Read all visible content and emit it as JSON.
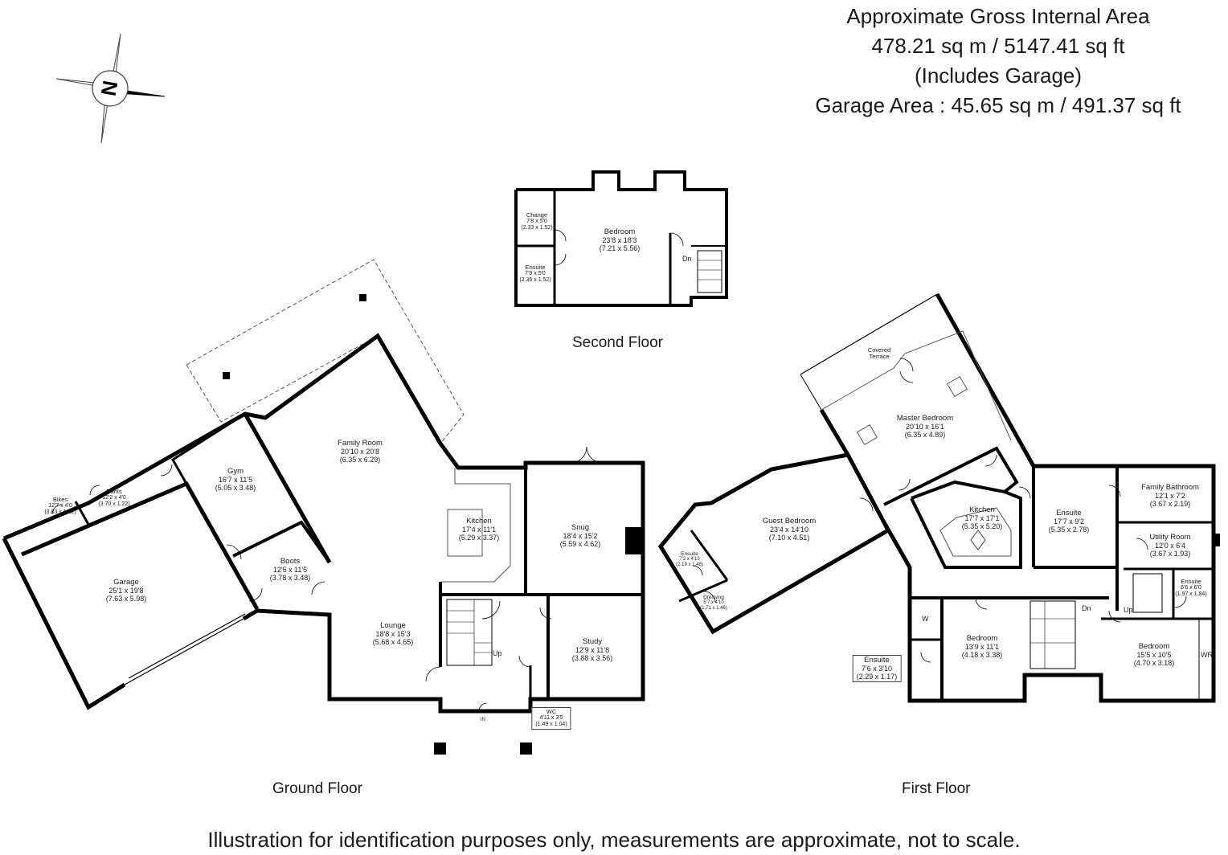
{
  "header": {
    "line1": "Approximate Gross Internal Area",
    "line2": "478.21 sq m / 5147.41 sq ft",
    "line3": "(Includes Garage)",
    "line4": "Garage Area : 45.65 sq m / 491.37 sq ft"
  },
  "compass": {
    "label": "N",
    "icon": "compass-rose-icon"
  },
  "floors": {
    "ground": "Ground Floor",
    "first": "First Floor",
    "second": "Second Floor"
  },
  "disclaimer": "Illustration for identification purposes only, measurements are approximate, not to scale.",
  "rooms": {
    "second": {
      "change": {
        "name": "Change",
        "imperial": "7'8 x 5'0",
        "metric": "(2.33 x 1.52)"
      },
      "ensuite": {
        "name": "Ensuite",
        "imperial": "7'9 x 5'0",
        "metric": "(2.36 x 1.52)"
      },
      "bedroom": {
        "name": "Bedroom",
        "imperial": "23'8 x 18'3",
        "metric": "(7.21 x 5.56)"
      }
    },
    "ground": {
      "bikes": {
        "name": "Bikes",
        "imperial": "12'7 x 4'0",
        "metric": "(3.83 x 1.22)"
      },
      "pants": {
        "name": "Pants",
        "imperial": "12'2 x 4'0",
        "metric": "(3.70 x 1.22)"
      },
      "garage": {
        "name": "Garage",
        "imperial": "25'1 x 19'8",
        "metric": "(7.63 x 5.98)"
      },
      "gym": {
        "name": "Gym",
        "imperial": "16'7 x 11'5",
        "metric": "(5.05 x 3.48)"
      },
      "boots": {
        "name": "Boots",
        "imperial": "12'5 x 11'5",
        "metric": "(3.78 x 3.48)"
      },
      "family_room": {
        "name": "Family Room",
        "imperial": "20'10 x 20'8",
        "metric": "(6.35 x 6.29)"
      },
      "kitchen": {
        "name": "Kitchen",
        "imperial": "17'4 x 11'1",
        "metric": "(5.29 x 3.37)"
      },
      "snug": {
        "name": "Snug",
        "imperial": "18'4 x 15'2",
        "metric": "(5.59 x 4.62)"
      },
      "lounge": {
        "name": "Lounge",
        "imperial": "18'8 x 15'3",
        "metric": "(5.68 x 4.65)"
      },
      "study": {
        "name": "Study",
        "imperial": "12'9 x 11'8",
        "metric": "(3.88 x 3.56)"
      },
      "wc": {
        "name": "WC",
        "imperial": "4'11 x 3'5",
        "metric": "(1.49 x 1.04)"
      }
    },
    "first": {
      "covered_terrace": {
        "name": "Covered",
        "name2": "Terrace"
      },
      "master_bedroom": {
        "name": "Master Bedroom",
        "imperial": "20'10 x 16'1",
        "metric": "(6.35 x 4.89)"
      },
      "guest_bedroom": {
        "name": "Guest Bedroom",
        "imperial": "23'4 x 14'10",
        "metric": "(7.10 x 4.51)"
      },
      "guest_ensuite": {
        "name": "Ensuite",
        "imperial": "7'2 x 4'10",
        "metric": "(2.19 x 1.48)"
      },
      "dressing": {
        "name": "Dressing",
        "imperial": "5'7 x 4'10",
        "metric": "(1.71 x 1.46)"
      },
      "kitchen": {
        "name": "Kitchen",
        "imperial": "17'7 x 17'1",
        "metric": "(5.35 x 5.20)"
      },
      "ensuite_main": {
        "name": "Ensuite",
        "imperial": "17'7 x 9'2",
        "metric": "(5.35 x 2.78)"
      },
      "family_bathroom": {
        "name": "Family Bathroom",
        "imperial": "12'1 x 7'2",
        "metric": "(3.67 x 2.19)"
      },
      "utility_room": {
        "name": "Utility Room",
        "imperial": "12'0 x 6'4",
        "metric": "(3.67 x 1.93)"
      },
      "ensuite_small": {
        "name": "Ensuite",
        "imperial": "6'6 x 6'0",
        "metric": "(1.97 x 1.84)"
      },
      "bedroom_mid": {
        "name": "Bedroom",
        "imperial": "13'9 x 11'1",
        "metric": "(4.18 x 3.38)"
      },
      "bedroom_right": {
        "name": "Bedroom",
        "imperial": "15'5 x 10'5",
        "metric": "(4.70 x 3.18)"
      },
      "ensuite_boxed": {
        "name": "Ensuite",
        "imperial": "7'6 x 3'10",
        "metric": "(2.29 x 1.17)"
      }
    }
  },
  "tags": {
    "dn_second": "Dn",
    "up_ground": "Up",
    "in_ground": "IN",
    "dn_first": "Dn",
    "up_first": "Up",
    "w_first": "W",
    "wr_first": "WR"
  }
}
